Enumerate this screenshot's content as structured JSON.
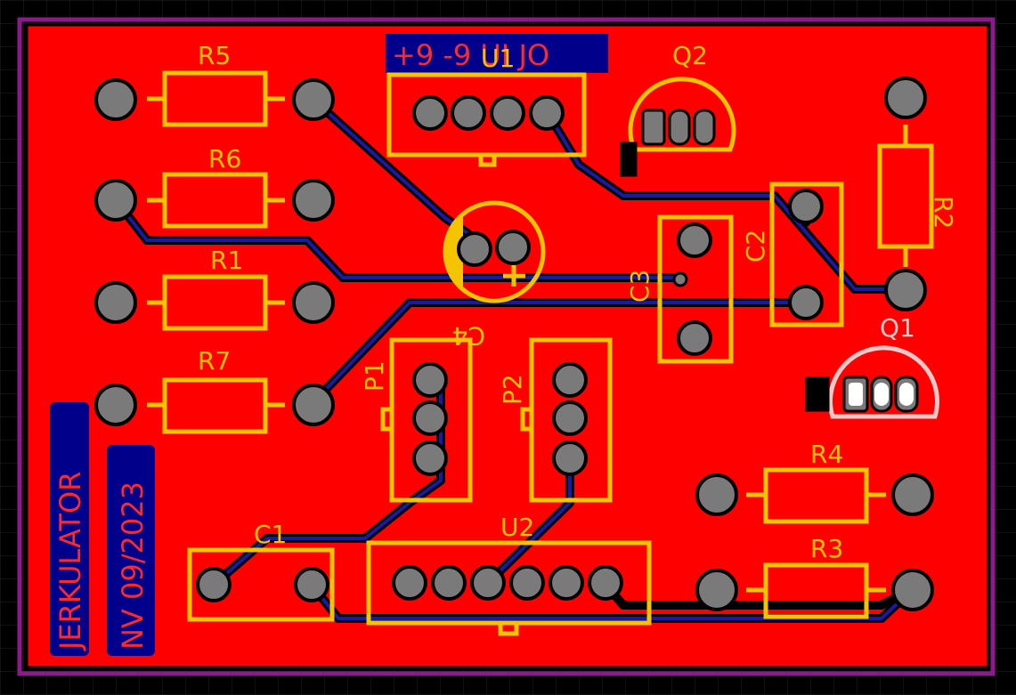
{
  "board": {
    "bg_color": "#000000",
    "copper_color": "#ff0000",
    "outline_color": "#8b1a8b",
    "silk_color": "#f5c400",
    "trace_color": "#1a1aa0"
  },
  "designators": {
    "r5": "R5",
    "r6": "R6",
    "r1": "R1",
    "r7": "R7",
    "r2": "R2",
    "r4": "R4",
    "r3": "R3",
    "u1": "U1",
    "u2": "U2",
    "q1": "Q1",
    "q2": "Q2",
    "c1": "C1",
    "c2": "C2",
    "c3": "C3",
    "c4": "C4",
    "p1": "P1",
    "p2": "P2"
  },
  "labels": {
    "connector_pins": "+9 -9 UI JO",
    "project_name": "JERKULATOR",
    "author_date": "NV 09/2023"
  }
}
